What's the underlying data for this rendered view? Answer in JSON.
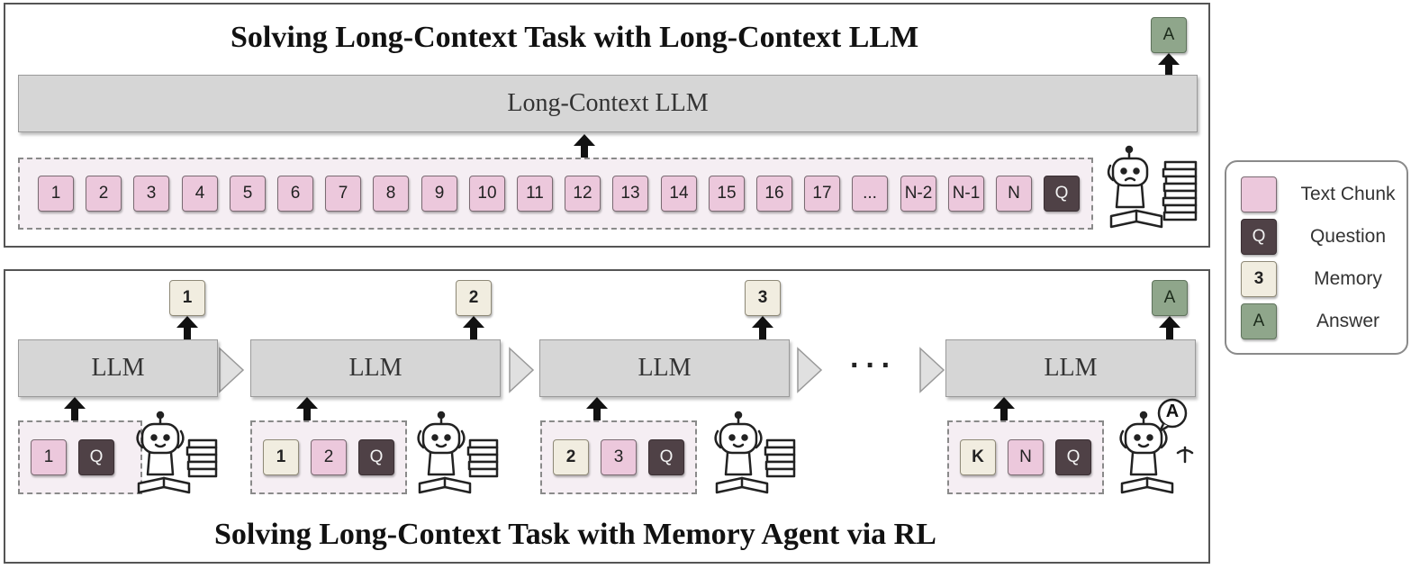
{
  "top_panel": {
    "title": "Solving Long-Context Task with Long-Context LLM",
    "llm_label": "Long-Context LLM",
    "chunks": [
      "1",
      "2",
      "3",
      "4",
      "5",
      "6",
      "7",
      "8",
      "9",
      "10",
      "11",
      "12",
      "13",
      "14",
      "15",
      "16",
      "17",
      "...",
      "N-2",
      "N-1",
      "N"
    ],
    "question": "Q",
    "answer": "A"
  },
  "bottom_panel": {
    "title": "Solving Long-Context Task with Memory Agent via RL",
    "llm_label": "LLM",
    "ellipsis": "···",
    "steps": [
      {
        "inputs": [
          {
            "label": "1",
            "kind": "text"
          },
          {
            "label": "Q",
            "kind": "question"
          }
        ],
        "output": {
          "label": "1",
          "kind": "memory"
        }
      },
      {
        "inputs": [
          {
            "label": "1",
            "kind": "memory"
          },
          {
            "label": "2",
            "kind": "text"
          },
          {
            "label": "Q",
            "kind": "question"
          }
        ],
        "output": {
          "label": "2",
          "kind": "memory"
        }
      },
      {
        "inputs": [
          {
            "label": "2",
            "kind": "memory"
          },
          {
            "label": "3",
            "kind": "text"
          },
          {
            "label": "Q",
            "kind": "question"
          }
        ],
        "output": {
          "label": "3",
          "kind": "memory"
        }
      },
      {
        "inputs": [
          {
            "label": "K",
            "kind": "memory"
          },
          {
            "label": "N",
            "kind": "text"
          },
          {
            "label": "Q",
            "kind": "question"
          }
        ],
        "output": {
          "label": "A",
          "kind": "answer"
        }
      }
    ],
    "speech_bubble": "A"
  },
  "legend": {
    "items": [
      {
        "symbol": "",
        "kind": "text",
        "label": "Text Chunk"
      },
      {
        "symbol": "Q",
        "kind": "question",
        "label": "Question"
      },
      {
        "symbol": "3",
        "kind": "memory",
        "label": "Memory"
      },
      {
        "symbol": "A",
        "kind": "answer",
        "label": "Answer"
      }
    ]
  },
  "colors": {
    "text_chunk": "#ecc8dc",
    "question": "#4f4146",
    "memory": "#f1ede0",
    "answer": "#8fa68b",
    "llm_box": "#d6d6d6"
  },
  "icons": [
    "robot-reading-icon",
    "stack-of-books-icon",
    "up-arrow-icon",
    "right-triangle-icon"
  ]
}
